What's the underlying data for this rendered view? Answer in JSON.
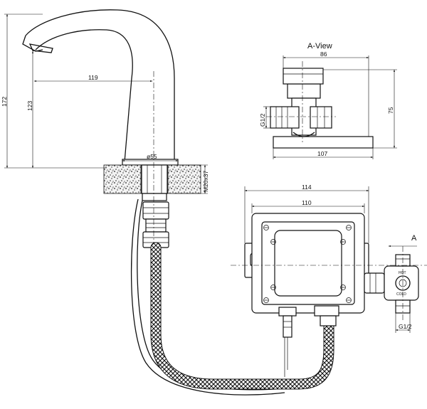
{
  "faucet": {
    "height_172": "172",
    "height_123": "123",
    "reach_119": "119",
    "diameter_55": "ø55",
    "thread_m": "M20x37"
  },
  "a_view": {
    "title": "A-View",
    "width_86": "86",
    "height_75": "75",
    "width_107": "107",
    "thread_g": "G1/2"
  },
  "control_box": {
    "width_114": "114",
    "width_110": "110",
    "arrow_label": "A",
    "thread_g": "G1/2",
    "hot_label": "HOT",
    "cold_label": "COLD"
  }
}
